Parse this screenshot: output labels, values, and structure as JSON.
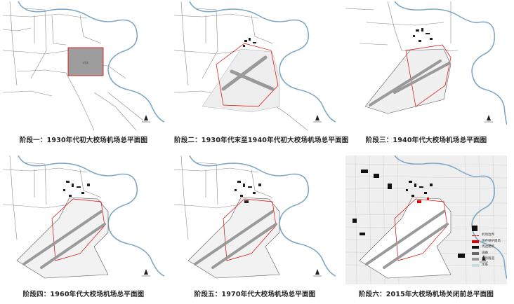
{
  "panels": [
    {
      "caption": "阶段一：1930年代初大校场机场总平面图",
      "field_label": "机场"
    },
    {
      "caption": "阶段二：1930年代末至1940年代初大校场机场总平面图"
    },
    {
      "caption": "阶段三：1940年代大校场机场总平面图"
    },
    {
      "caption": "阶段四：1960年代大校场机场总平面图"
    },
    {
      "caption": "阶段五：1970年代大校场机场总平面图"
    },
    {
      "caption": "阶段六：2015年大校场机场关闭前总平面图"
    }
  ],
  "legend": [
    {
      "label": "机场边界",
      "color": "#e00000",
      "style": "dash"
    },
    {
      "label": "现存保护建筑",
      "color": "#e00000",
      "style": "fill"
    },
    {
      "label": "周边建筑",
      "color": "#111111",
      "style": "fill"
    },
    {
      "label": "道路",
      "color": "#666666",
      "style": "fill"
    },
    {
      "label": "机场跑道",
      "color": "#9a9a9a",
      "style": "fill"
    },
    {
      "label": "水系",
      "color": "#c9dde9",
      "style": "fill"
    }
  ],
  "colors": {
    "river": "#7fa9c6",
    "road": "#8a8a8a",
    "runway": "#9a9a9a",
    "boundary": "#e00000",
    "building": "#222222"
  },
  "icons": [
    "north-arrow-icon"
  ]
}
